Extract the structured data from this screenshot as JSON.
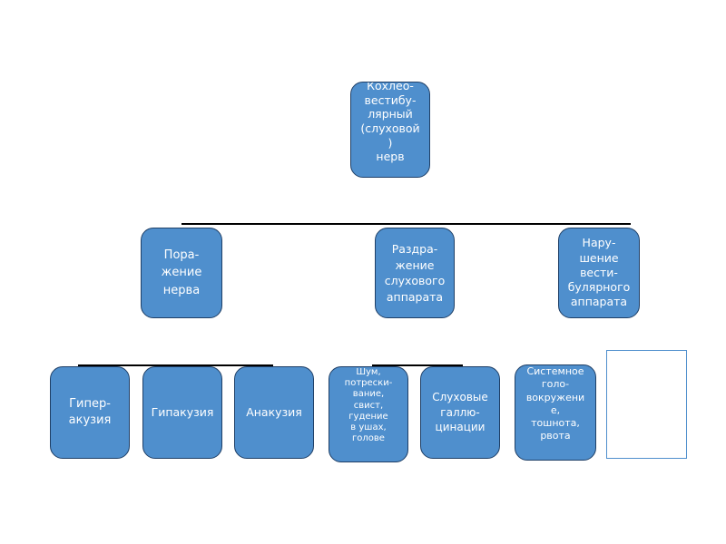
{
  "root": {
    "label": "Кохлео-\nвестибу-\nлярный\n(слуховой\n)\nнерв"
  },
  "level2": [
    {
      "label": "Пора-\nжение\nнерва"
    },
    {
      "label": "Раздра-\nжение\nслухового\nаппарата"
    },
    {
      "label": "Нару-\nшение\nвести-\nбулярного\nаппарата"
    }
  ],
  "level3": [
    {
      "label": "Гипер-\nакузия"
    },
    {
      "label": "Гипакузия"
    },
    {
      "label": "Анакузия"
    },
    {
      "label": "Шум,\nпотрески-\nвание,\nсвист,\nгудение\nв ушах,\nголове"
    },
    {
      "label": "Слуховые\nгаллю-\nцинации"
    },
    {
      "label": "Системное\nголо-\nвокружени\nе,\nтошнота,\nрвота"
    }
  ],
  "colors": {
    "box_fill": "#4f8fcd",
    "box_border": "#1f3f66",
    "text": "#ffffff",
    "connector": "#000000"
  }
}
